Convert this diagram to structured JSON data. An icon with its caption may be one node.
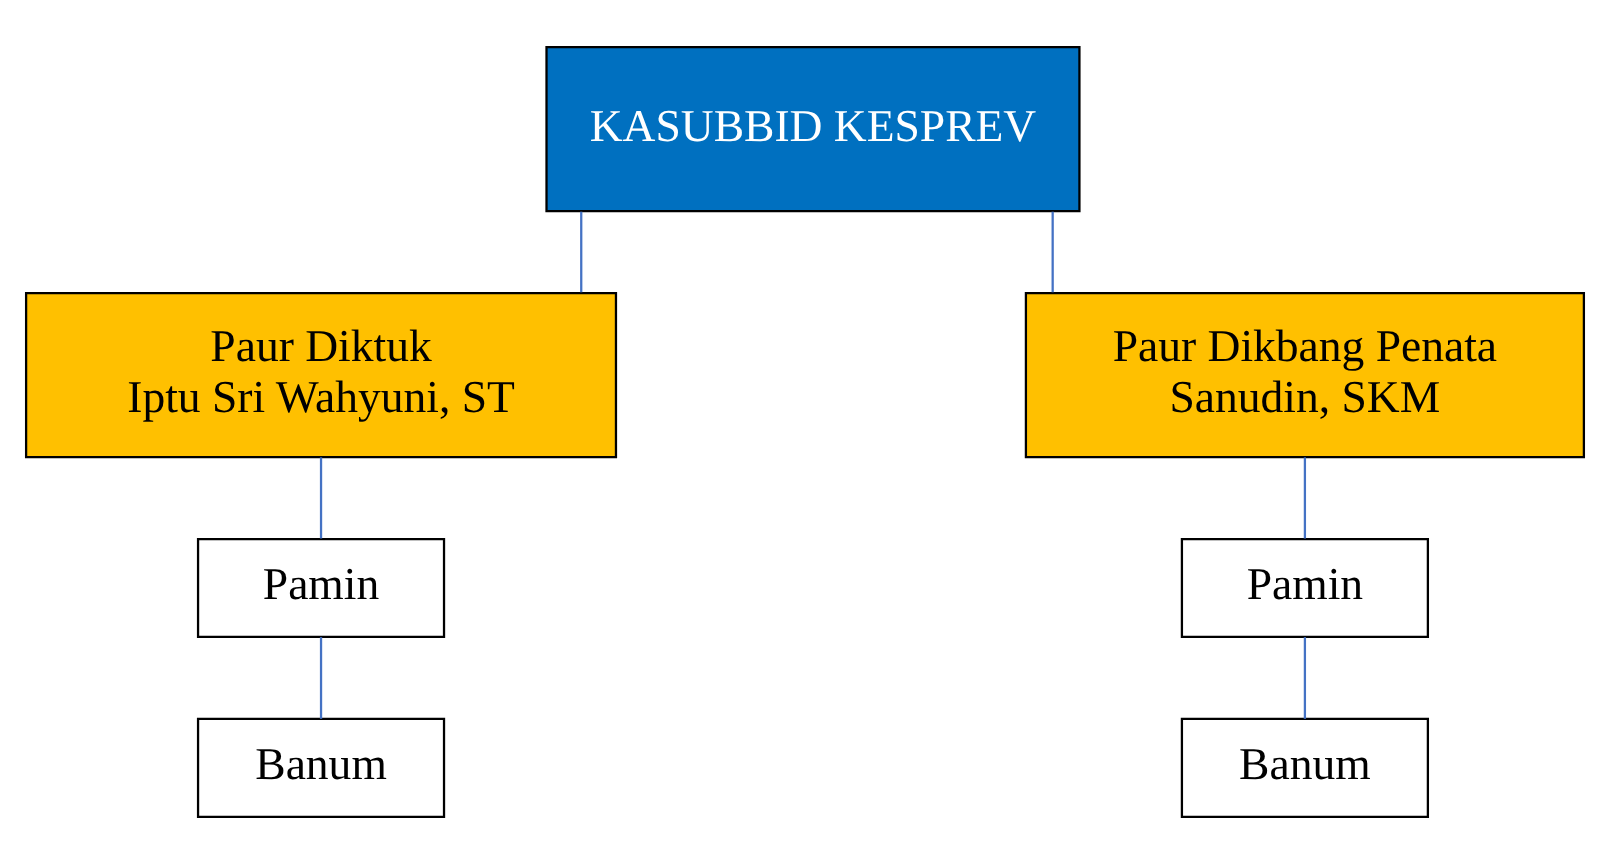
{
  "diagram": {
    "nodes": [
      {
        "text": [
          "KASUBBID KESPREV"
        ]
      },
      {
        "text": [
          "Paur Diktuk",
          "Iptu Sri Wahyuni, ST"
        ]
      },
      {
        "text": [
          "Paur Dikbang Penata",
          "Sanudin, SKM"
        ]
      },
      {
        "text": [
          "Pamin"
        ]
      },
      {
        "text": [
          "Banum"
        ]
      },
      {
        "text": [
          "Pamin"
        ]
      },
      {
        "text": [
          "Banum"
        ]
      }
    ],
    "edges": [
      {
        "from": 0,
        "to": 1,
        "arrow": "none"
      },
      {
        "from": 0,
        "to": 2,
        "arrow": "none"
      },
      {
        "from": 1,
        "to": 3,
        "arrow": "none"
      },
      {
        "from": 3,
        "to": 4,
        "arrow": "none"
      },
      {
        "from": 2,
        "to": 5,
        "arrow": "none"
      },
      {
        "from": 5,
        "to": 6,
        "arrow": "none"
      }
    ]
  }
}
